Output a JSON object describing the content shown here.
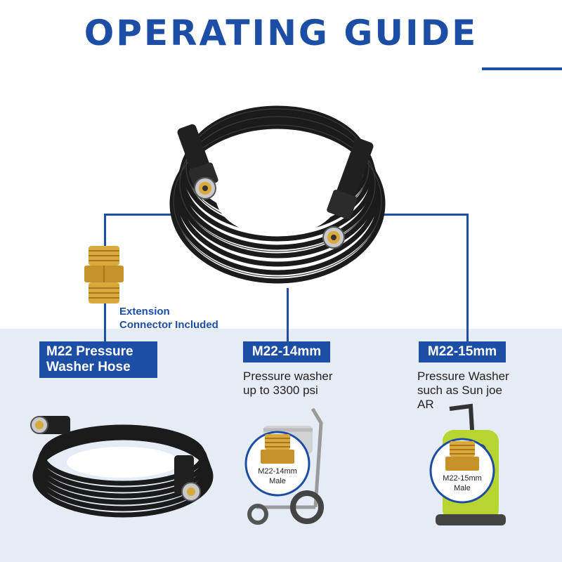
{
  "title": "OPERATING GUIDE",
  "extension_label": [
    "Extension",
    "Connector Included"
  ],
  "columns": [
    {
      "label": [
        "M22 Pressure",
        "Washer Hose"
      ]
    },
    {
      "label": [
        "M22-14mm"
      ],
      "description": [
        "Pressure washer",
        "up to 3300 psi"
      ],
      "badge": [
        "M22-14mm",
        "Male"
      ]
    },
    {
      "label": [
        "M22-15mm"
      ],
      "description": [
        "Pressure Washer",
        "such as Sun joe",
        "AR"
      ],
      "badge": [
        "M22-15mm",
        "Male"
      ]
    }
  ],
  "colors": {
    "accent": "#1d4ea6",
    "panel": "#e6ecf6",
    "brass": "#d9a93c",
    "hose": "#1b1b1b",
    "washer_green": "#b8d430"
  }
}
